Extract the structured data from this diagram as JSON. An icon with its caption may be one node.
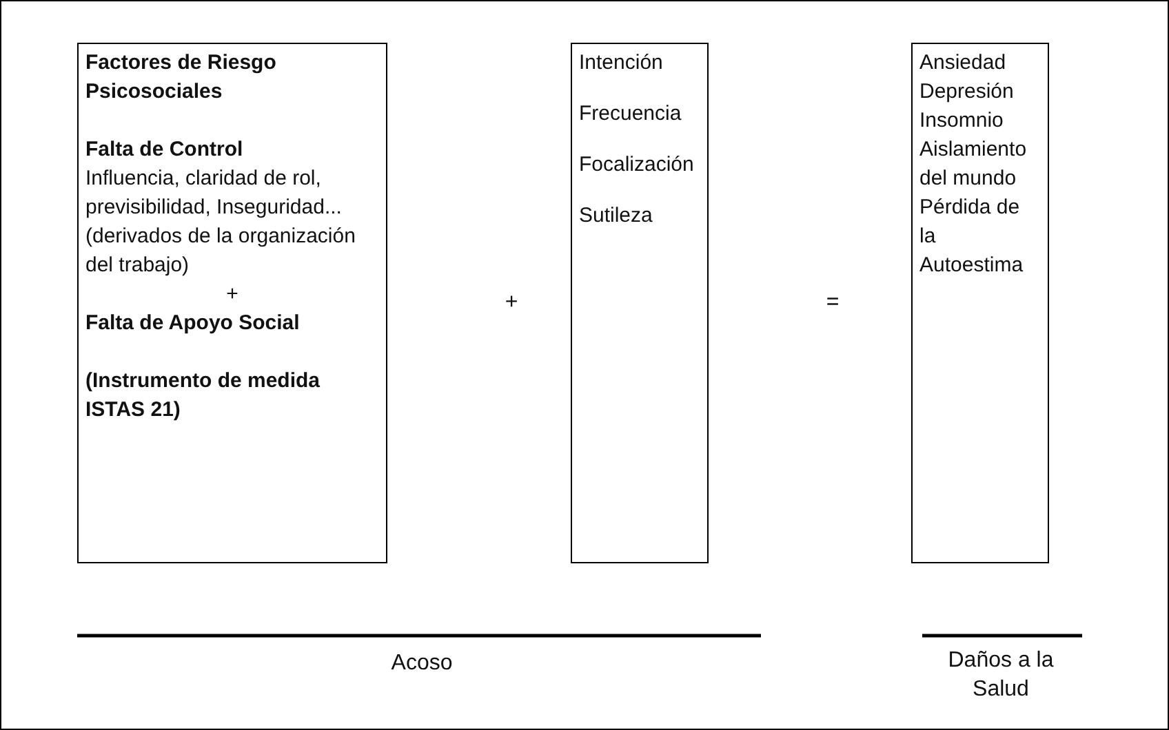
{
  "diagram": {
    "nodes": [
      {
        "text": [
          "Factores de Riesgo Psicosociales",
          "Falta de Control",
          "Influencia, claridad de rol, previsibilidad, Inseguridad... (derivados de la organización del trabajo)",
          "+",
          "Falta de Apoyo Social",
          "(Instrumento de medida ISTAS 21)"
        ]
      },
      {
        "text": [
          "Intención",
          "Frecuencia",
          "Focalización",
          "Sutileza"
        ]
      },
      {
        "text": [
          "Ansiedad",
          "Depresión",
          "Insomnio",
          "Aislamiento del mundo",
          "Pérdida de la Autoestima"
        ]
      }
    ],
    "edges": [],
    "labels": [
      "+",
      "=",
      "Acoso",
      "Daños a la Salud"
    ]
  }
}
